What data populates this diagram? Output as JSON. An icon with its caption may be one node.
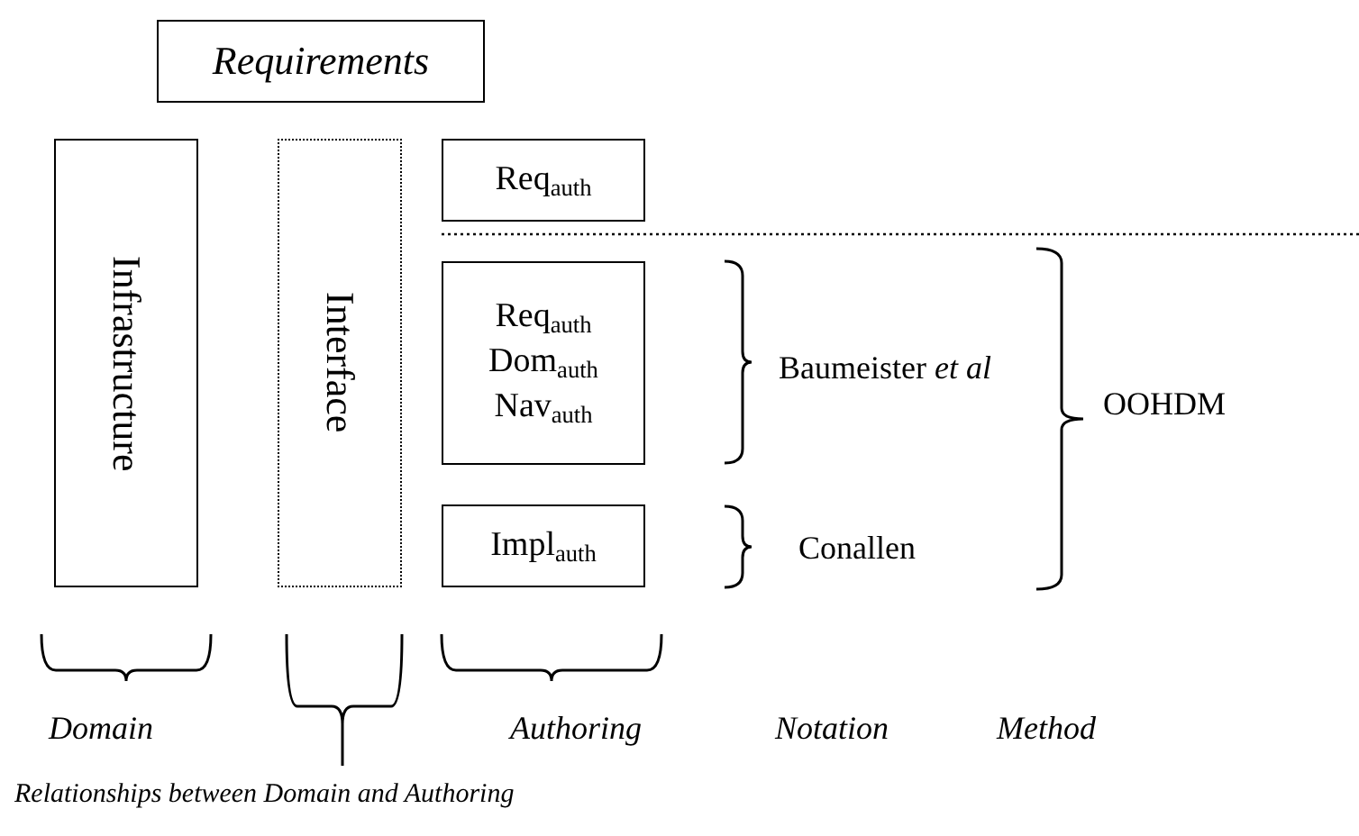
{
  "diagram": {
    "nodes": [
      {
        "text": [
          "Requirements"
        ]
      },
      {
        "text": [
          "Infrastructure"
        ]
      },
      {
        "text": [
          "Interface"
        ]
      },
      {
        "text": [
          "Req$_{auth}$"
        ]
      },
      {
        "text": [
          "Req$_{auth}$",
          "Dom$_{auth}$",
          "Nav$_{auth}$"
        ]
      },
      {
        "text": [
          "Impl$_{auth}$"
        ]
      }
    ],
    "labels": [
      "Baumeister *et al*",
      "OOHDM",
      "Conallen",
      "Domain",
      "Authoring",
      "Notation",
      "Method",
      "Relationships between Domain and Authoring"
    ]
  }
}
